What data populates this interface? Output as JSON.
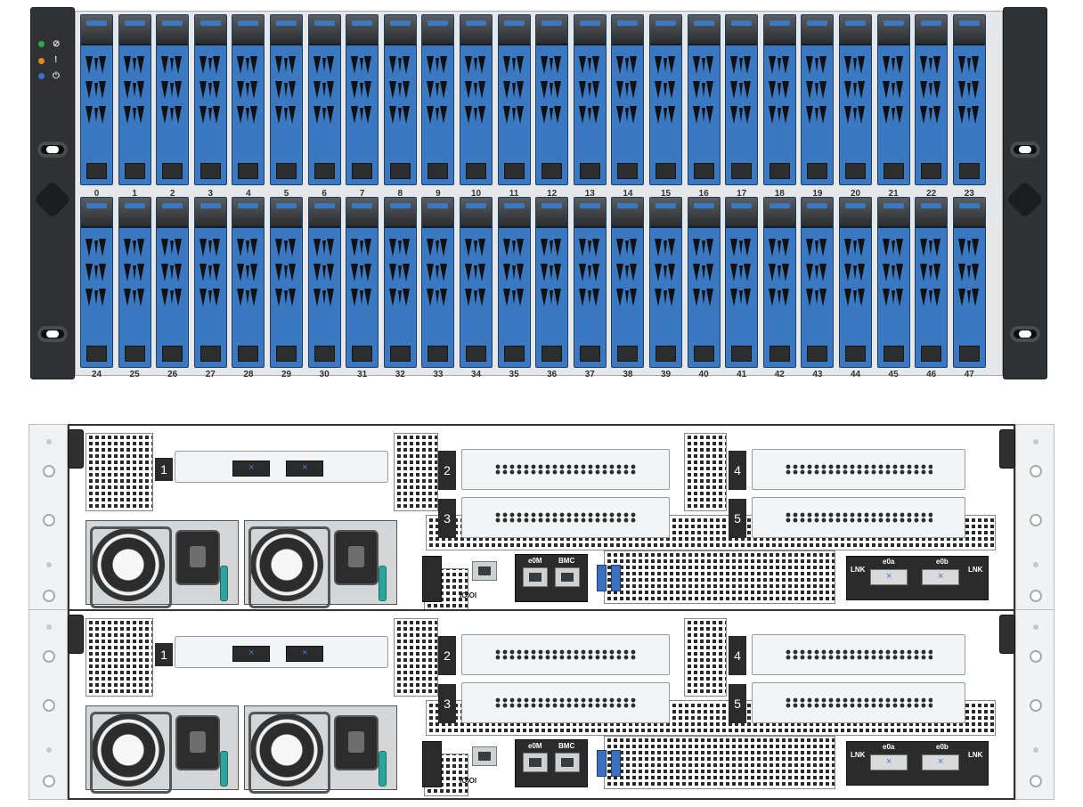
{
  "front_panel": {
    "bay_row_top": [
      "0",
      "1",
      "2",
      "3",
      "4",
      "5",
      "6",
      "7",
      "8",
      "9",
      "10",
      "11",
      "12",
      "13",
      "14",
      "15",
      "16",
      "17",
      "18",
      "19",
      "20",
      "21",
      "22",
      "23"
    ],
    "bay_row_bottom": [
      "24",
      "25",
      "26",
      "27",
      "28",
      "29",
      "30",
      "31",
      "32",
      "33",
      "34",
      "35",
      "36",
      "37",
      "38",
      "39",
      "40",
      "41",
      "42",
      "43",
      "44",
      "45",
      "46",
      "47"
    ],
    "status_led_colors": [
      "#2fa84f",
      "#e08a1e",
      "#3b6fd1"
    ],
    "status_symbols": [
      "⊘",
      "!",
      "⏻"
    ],
    "drive_color": "#3a79c2"
  },
  "rear_controllers": [
    {
      "slots": [
        "1",
        "2",
        "3",
        "4",
        "5"
      ],
      "onboard_ports": {
        "e0m": "e0M",
        "bmc": "BMC",
        "ioioi": "IOIOI",
        "e0a": "e0a",
        "e0b": "e0b",
        "lnk": "LNK"
      }
    },
    {
      "slots": [
        "1",
        "2",
        "3",
        "4",
        "5"
      ],
      "onboard_ports": {
        "e0m": "e0M",
        "bmc": "BMC",
        "ioioi": "IOIOI",
        "e0a": "e0a",
        "e0b": "e0b",
        "lnk": "LNK"
      }
    }
  ],
  "accent": {
    "psu_handle": "#2aa59d",
    "usb": "#3b6fc2"
  }
}
